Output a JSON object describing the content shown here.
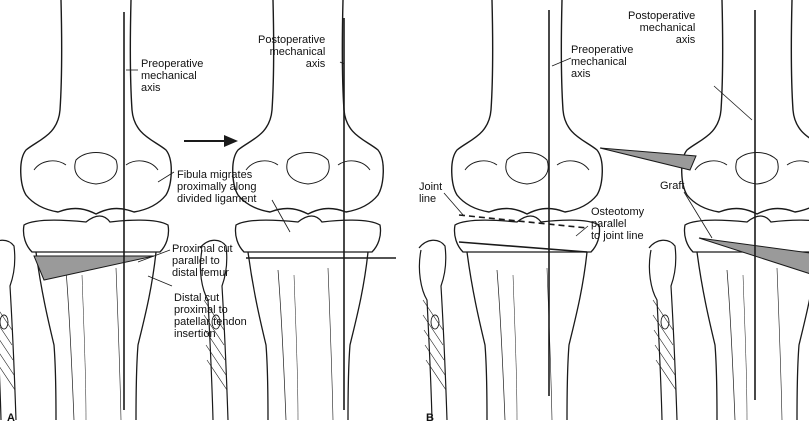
{
  "panels": [
    {
      "letter": "A",
      "labels": {
        "preop_axis": "Preoperative\nmechanical\naxis",
        "postop_axis": "Postoperative\nmechanical\naxis",
        "fibula": "Fibula migrates\nproximally along\ndivided ligament",
        "proximal_cut": "Proximal cut\nparallel to\ndistal femur",
        "distal_cut": "Distal cut\nproximal to\npatellar tendon\ninsertion"
      }
    },
    {
      "letter": "B",
      "labels": {
        "preop_axis": "Preoperative\nmechanical\naxis",
        "postop_axis": "Postoperative\nmechanical\naxis",
        "joint_line": "Joint\nline",
        "osteotomy": "Osteotomy\nparallel\nto joint line",
        "graft": "Graft"
      }
    }
  ],
  "colors": {
    "ink": "#1a1a1a",
    "wedge": "#9a9a9a",
    "bone_fill": "#ffffff"
  },
  "icons": {
    "transition": "right-arrow-icon"
  }
}
